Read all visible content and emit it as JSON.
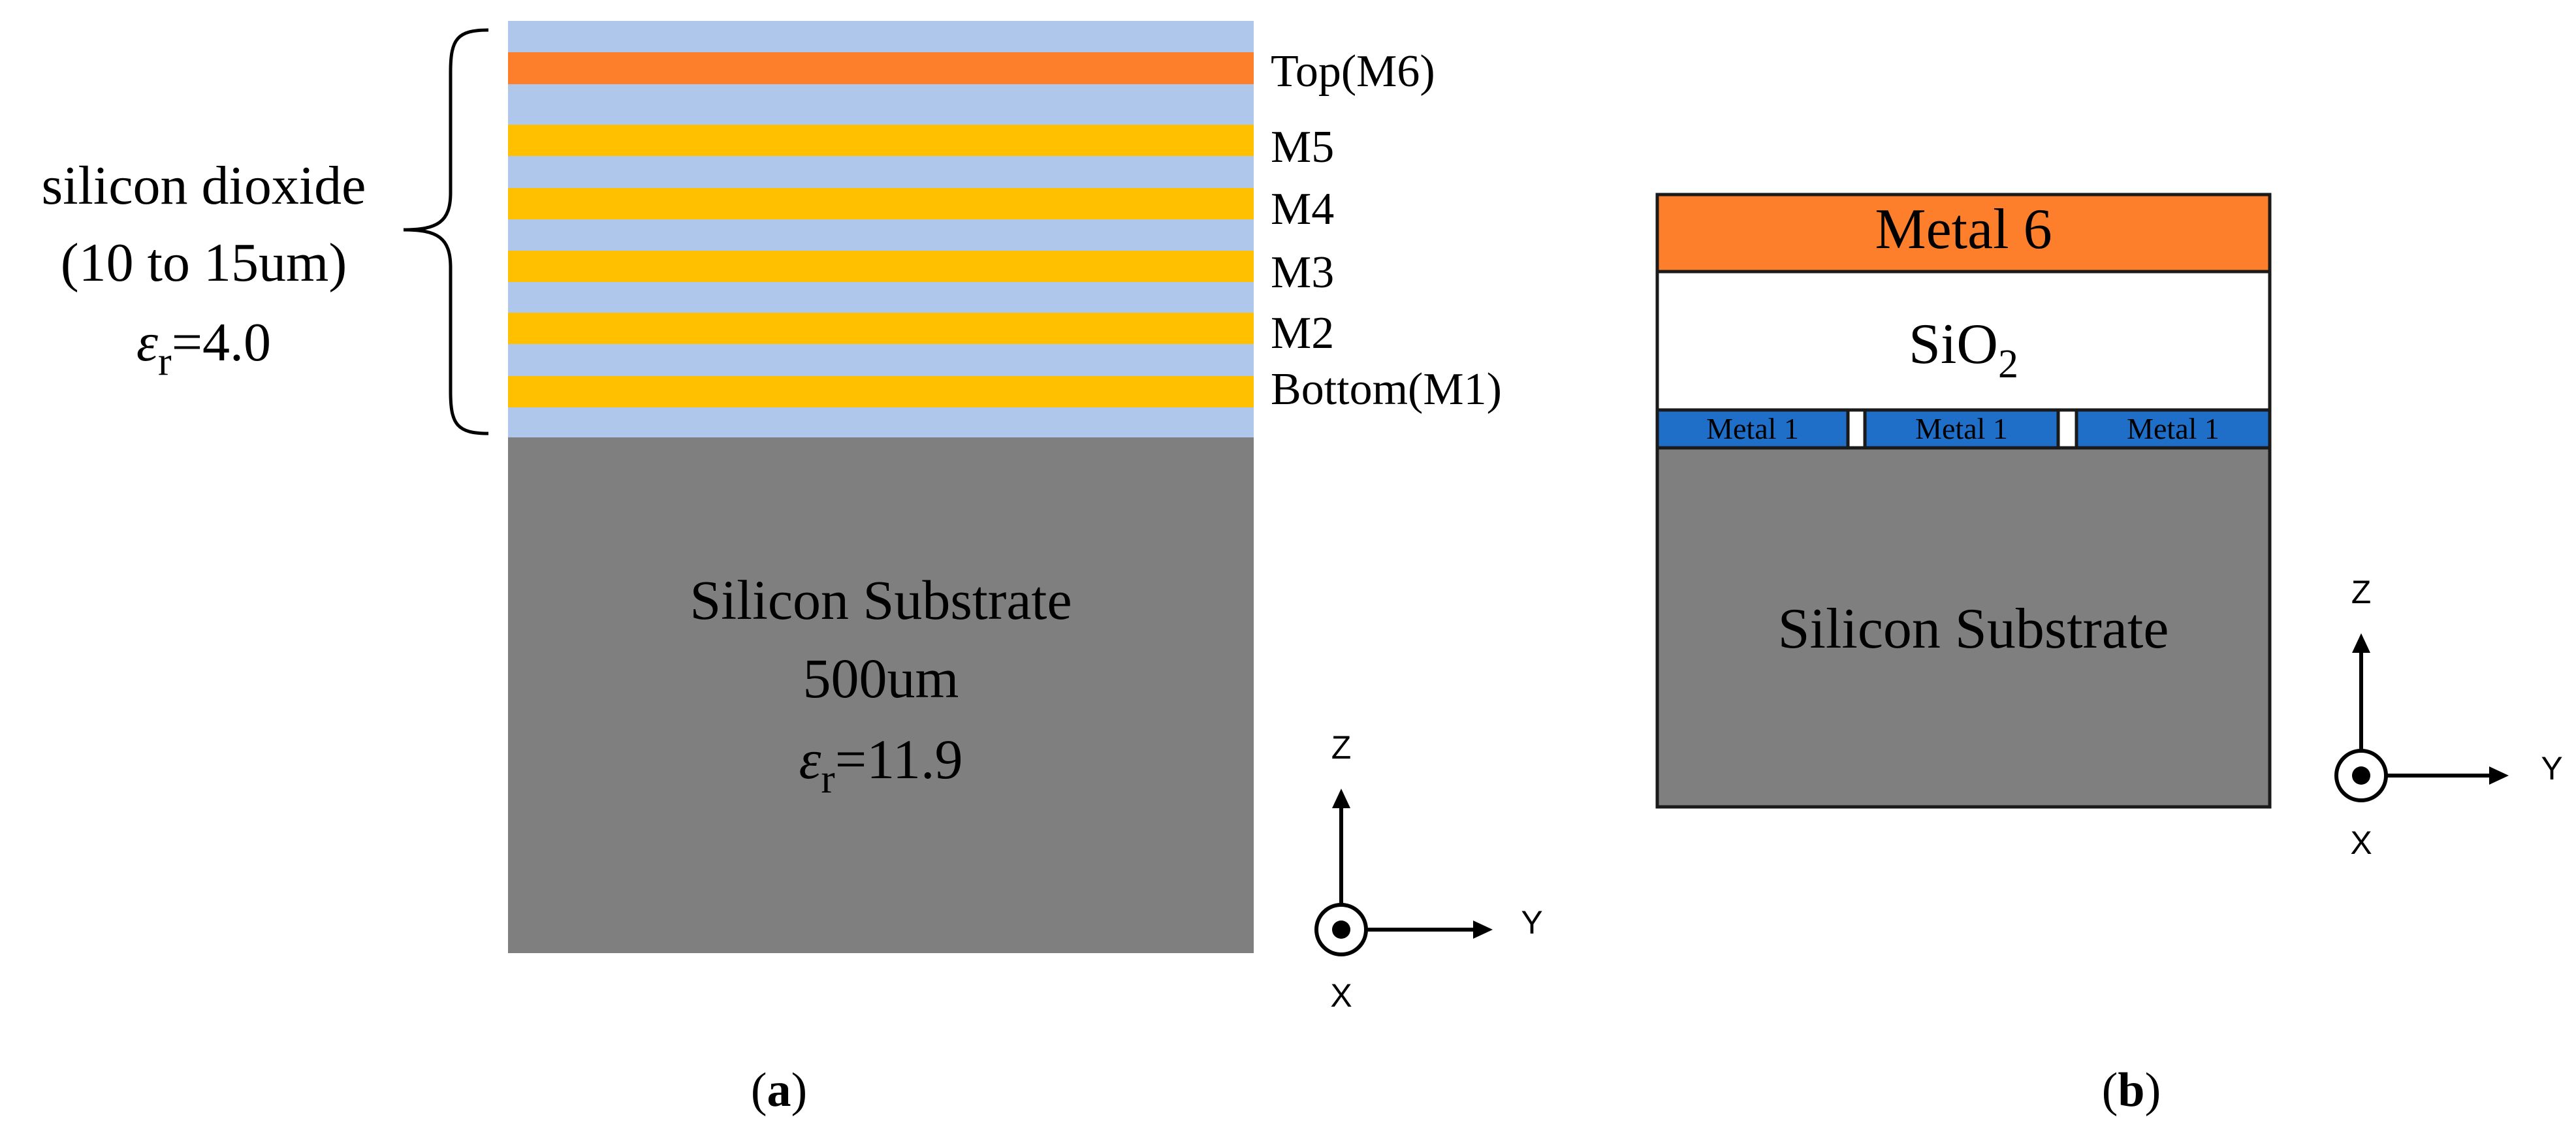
{
  "colors": {
    "oxide": "#afc7ea",
    "top_metal": "#fd7f2b",
    "metal": "#ffc000",
    "substrate": "#7f7f7f",
    "metal1_blue": "#1f6fc8",
    "outline": "#1a1a1a",
    "axis": "#000000"
  },
  "panel_a": {
    "caption": "a",
    "bracket_label": {
      "line1": "silicon dioxide",
      "line2": "(10 to 15um)",
      "eps_symbol": "ε",
      "eps_sub": "r",
      "eps_value": "=4.0"
    },
    "layer_labels": {
      "top": "Top(M6)",
      "m5": "M5",
      "m4": "M4",
      "m3": "M3",
      "m2": "M2",
      "bottom": "Bottom(M1)"
    },
    "substrate": {
      "name": "Silicon Substrate",
      "thickness": "500um",
      "eps_symbol": "ε",
      "eps_sub": "r",
      "eps_value": "=11.9"
    },
    "axes": {
      "z": "Z",
      "y": "Y",
      "x": "X"
    }
  },
  "panel_b": {
    "caption": "b",
    "metal6": "Metal 6",
    "sio2_main": "SiO",
    "sio2_sub": "2",
    "metal1_segments": [
      "Metal 1",
      "Metal 1",
      "Metal 1"
    ],
    "substrate": "Silicon Substrate",
    "axes": {
      "z": "Z",
      "y": "Y",
      "x": "X"
    }
  }
}
